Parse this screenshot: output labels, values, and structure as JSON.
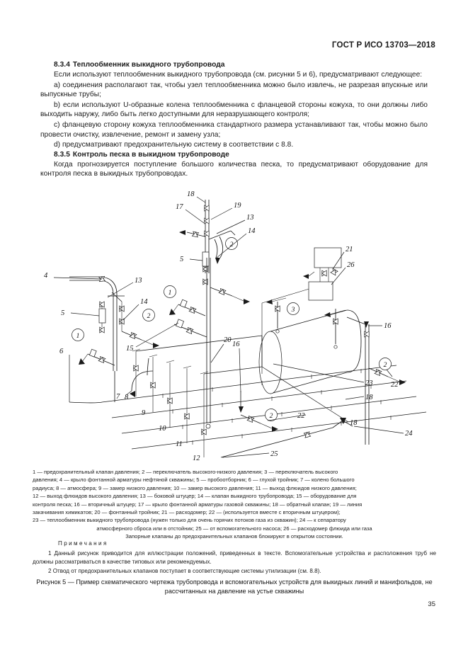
{
  "header": {
    "standard": "ГОСТ Р ИСО 13703—2018"
  },
  "page_number": "35",
  "clauses": [
    {
      "number": "8.3.4",
      "title": "Теплообменник выкидного трубопровода"
    },
    {
      "number": "8.3.5",
      "title": "Контроль песка в выкидном трубопроводе"
    }
  ],
  "body": {
    "p1": "Если используют теплообменник выкидного трубопровода (см. рисунки 5 и 6), предусматривают следующее:",
    "p_a": "a) соединения располагают так, чтобы узел теплообменника можно было извлечь, не разрезая впускные или выпускные трубы;",
    "p_b": "b) если используют U-образные колена теплообменника с фланцевой стороны кожуха, то они должны либо выходить наружу, либо быть легко доступными для неразрушающего контроля;",
    "p_c": "c) фланцевую сторону кожуха теплообменника стандартного размера устанавливают так, чтобы можно было провести очистку, извлечение, ремонт и замену узла;",
    "p_d": "d) предусматривают предохранительную систему в соответствии с 8.8.",
    "p2": "Когда прогнозируется поступление большого количества песка, то предусматривают оборудование для контроля песка в выкидных трубопроводах."
  },
  "figure": {
    "key_lines": [
      "1 — предохранительный клапан давления; 2 — переключатель высокого-низкого давления; 3 — переключатель высокого",
      "давления; 4 — крыло фонтанной арматуры нефтяной скважины; 5 — пробоотборник; 6 — глухой тройник; 7 — колено большого",
      "радиуса; 8 — атмосфера; 9 — замер низкого давления; 10 — замер высокого давления; 11 — выход флюидов низкого давления;",
      "12 — выход флюидов высокого давления; 13 — боковой штуцер; 14 — клапан выкидного трубопровода; 15 — оборудование для",
      "контроля песка; 16 — вторичный штуцер; 17 — крыло фонтанной арматуры газовой скважины; 18 — обратный клапан; 19 — линия",
      "закачивания химикатов; 20 — фонтанный тройник; 21 — расходомер; 22 — (используется вместе с вторичным штуцером);",
      "23 — теплообменник выкидного трубопровода (нужен только для очень горячих потоков газа из скважин); 24 — к сепаратору"
    ],
    "key_centered": [
      "атмосферного сброса или в отстойник; 25 — от вспомогательного насоса; 26 — расходомер флюида или газа",
      "Запорные клапаны до предохранительных клапанов блокируют в открытом состоянии."
    ],
    "notes_title": "Примечания",
    "notes": [
      "1 Данный рисунок приводится для иллюстрации положений, приведенных в тексте. Вспомогательные устройства и расположения труб не должны рассматриваться в качестве типовых или рекомендуемых.",
      "2 Отвод от предохранительных клапанов поступает в соответствующие системы утилизации (см. 8.8)."
    ],
    "caption": "Рисунок 5 — Пример схематического чертежа трубопровода и вспомогательных устройств для выкидных линий и манифольдов, не рассчитанных на давление на устье скважины",
    "callouts": {
      "n4": "4",
      "n5a": "5",
      "n13a": "13",
      "n14a": "14",
      "n6": "6",
      "n15": "15",
      "n17": "17",
      "n18top": "18",
      "n19": "19",
      "n13b": "13",
      "n14b": "14",
      "n5b": "5",
      "n20": "20",
      "n7": "7",
      "n21": "21",
      "n26": "26",
      "n16r": "16",
      "n23": "23",
      "n22r": "22",
      "n18r": "18",
      "n24": "24",
      "n16m": "16",
      "n8": "8",
      "n9": "9",
      "n10": "10",
      "n11": "11",
      "n12": "12",
      "n18b": "18",
      "n22b": "22",
      "n25": "25",
      "c1a": "1",
      "c1b": "1",
      "c2a": "2",
      "c2b": "2",
      "c2c": "2",
      "c3": "3"
    }
  },
  "colors": {
    "ink": "#1a1a1a",
    "paper": "#ffffff"
  }
}
